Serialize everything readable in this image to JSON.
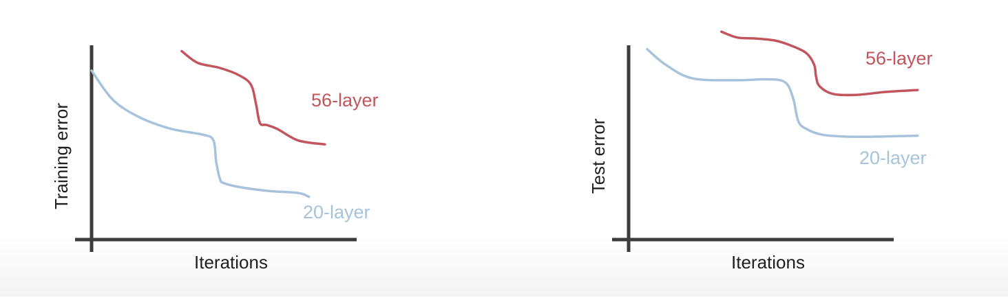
{
  "colors": {
    "axis": "#3c3c3c",
    "series_20": "#a7c3dc",
    "series_56": "#c1545c",
    "text": "#1f1f1f"
  },
  "chart_data": [
    {
      "type": "line",
      "xlabel": "Iterations",
      "ylabel": "Training error",
      "xlim": [
        0,
        100
      ],
      "ylim": [
        0,
        100
      ],
      "grid": false,
      "series": [
        {
          "name": "20-layer",
          "color": "#a7c3dc",
          "x": [
            0,
            8,
            18,
            30,
            42,
            46,
            47,
            48.5,
            50,
            56,
            67,
            78,
            82
          ],
          "y": [
            87,
            72,
            63,
            57,
            54,
            51,
            40,
            31,
            29,
            27,
            25,
            24,
            22
          ]
        },
        {
          "name": "56-layer",
          "color": "#c1545c",
          "x": [
            34,
            40,
            48,
            55,
            60,
            62,
            63.5,
            66,
            70,
            78,
            88
          ],
          "y": [
            97,
            91,
            88.5,
            85,
            80,
            70,
            60,
            59,
            57,
            51,
            49
          ]
        }
      ]
    },
    {
      "type": "line",
      "xlabel": "Iterations",
      "ylabel": "Test error",
      "xlim": [
        0,
        100
      ],
      "ylim": [
        0,
        100
      ],
      "grid": false,
      "series": [
        {
          "name": "20-layer",
          "color": "#a7c3dc",
          "x": [
            7,
            14,
            24,
            40,
            52,
            59,
            62,
            64,
            67,
            73,
            82,
            94,
            109
          ],
          "y": [
            98,
            90,
            83,
            82,
            82.5,
            81,
            73,
            61,
            57,
            54,
            53,
            53,
            53.5
          ]
        },
        {
          "name": "56-layer",
          "color": "#c1545c",
          "x": [
            35,
            41,
            48,
            55,
            61,
            67,
            70,
            70.7,
            72,
            77,
            86,
            97,
            109
          ],
          "y": [
            107,
            104,
            103.5,
            102.5,
            100,
            96,
            90,
            84,
            79,
            75,
            74.5,
            76,
            77
          ]
        }
      ]
    }
  ]
}
